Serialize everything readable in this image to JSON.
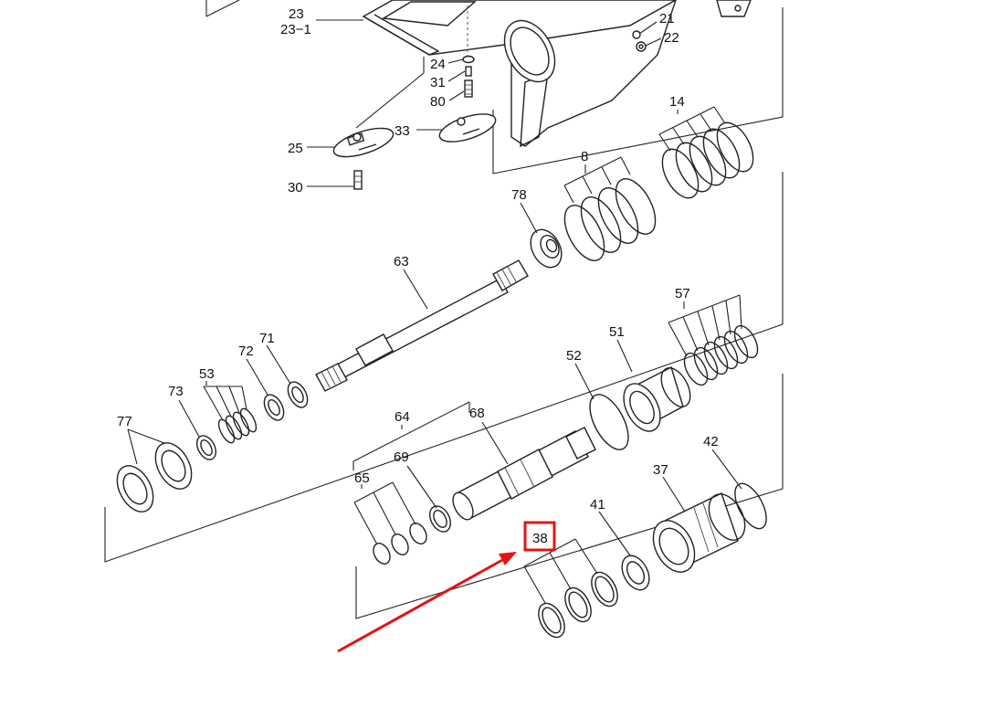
{
  "diagram": {
    "highlight_color": "#e01515",
    "highlighted_label": "38",
    "labels": {
      "l23": "23",
      "l23_1": "23−1",
      "l21": "21",
      "l22": "22",
      "l24": "24",
      "l31": "31",
      "l80": "80",
      "l33": "33",
      "l25": "25",
      "l30": "30",
      "l14": "14",
      "l8": "8",
      "l78": "78",
      "l63": "63",
      "l57": "57",
      "l51": "51",
      "l52": "52",
      "l71": "71",
      "l72": "72",
      "l53": "53",
      "l73": "73",
      "l77": "77",
      "l64": "64",
      "l68": "68",
      "l69": "69",
      "l65": "65",
      "l42": "42",
      "l37": "37",
      "l41": "41",
      "l38": "38"
    }
  }
}
